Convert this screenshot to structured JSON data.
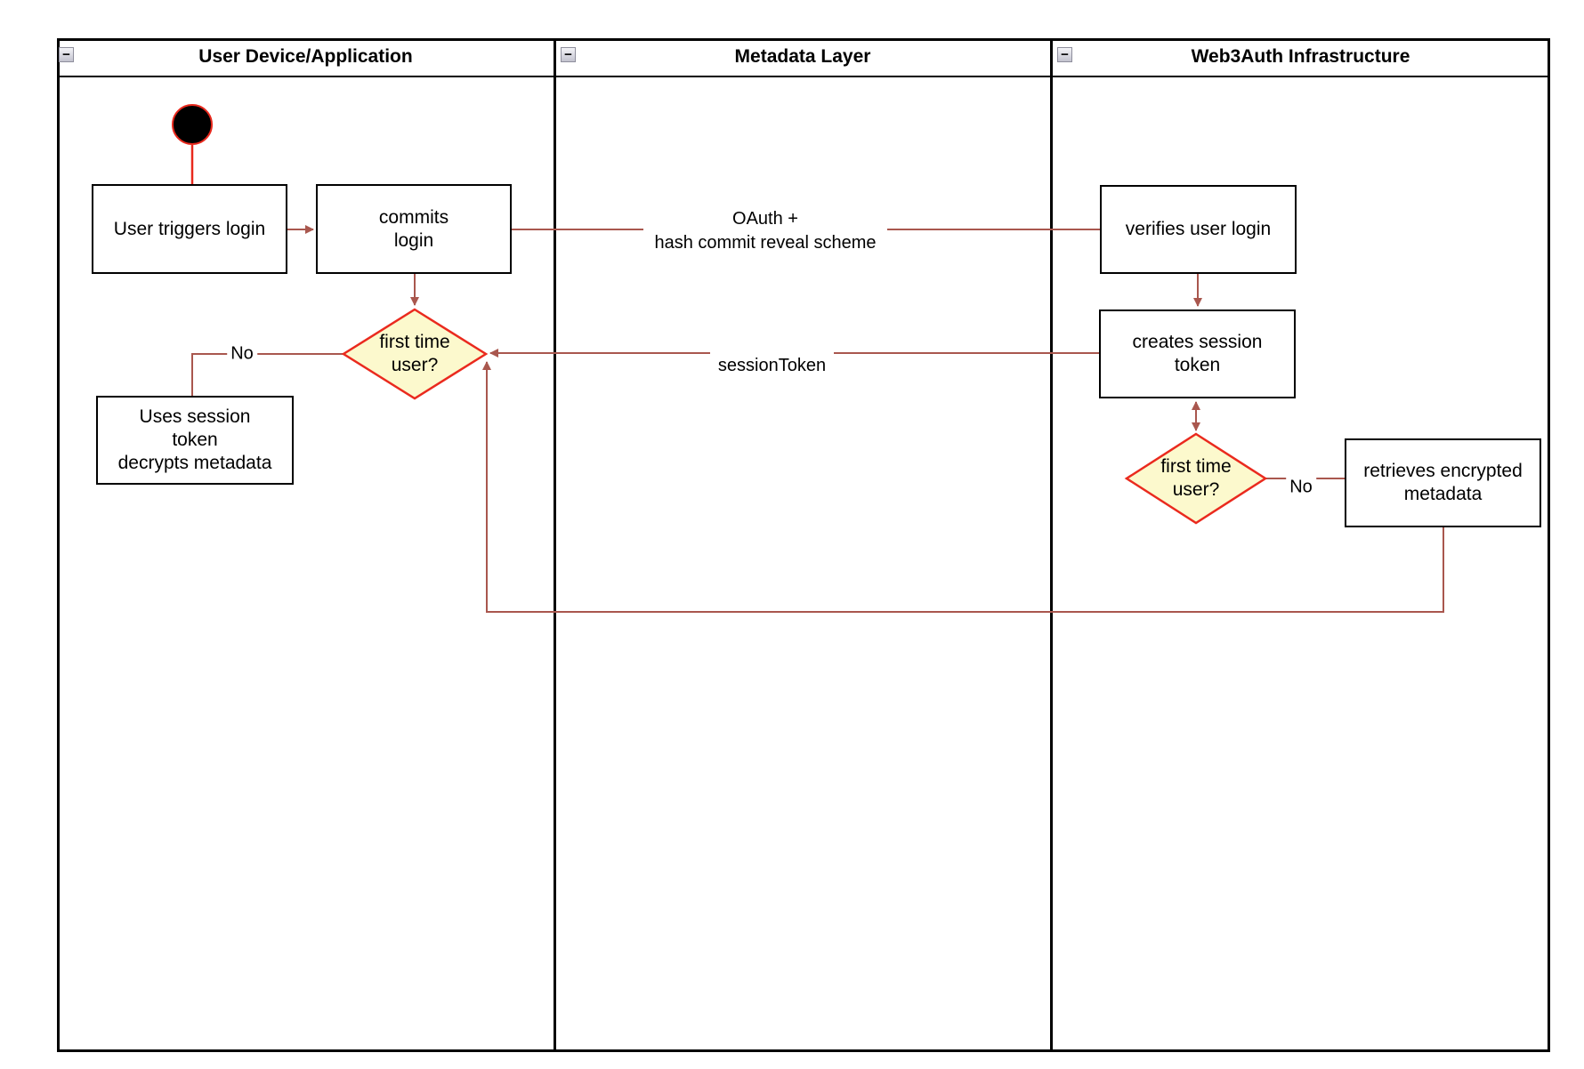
{
  "diagram": {
    "lanes": [
      {
        "title": "User Device/Application"
      },
      {
        "title": "Metadata Layer"
      },
      {
        "title": "Web3Auth Infrastructure"
      }
    ],
    "icons": {
      "collapse_glyph": "−"
    },
    "nodes": {
      "user_triggers": {
        "label": "User triggers login"
      },
      "commits": {
        "lines": [
          "commits",
          "login"
        ]
      },
      "verifies": {
        "label": "verifies user login"
      },
      "creates": {
        "lines": [
          "creates session",
          "token"
        ]
      },
      "uses_session": {
        "lines": [
          "Uses session",
          "token",
          "decrypts metadata"
        ]
      },
      "retrieves": {
        "lines": [
          "retrieves encrypted",
          "metadata"
        ]
      },
      "decision_user_device": {
        "lines": [
          "first time",
          "user?"
        ]
      },
      "decision_web3auth": {
        "lines": [
          "first time",
          "user?"
        ]
      }
    },
    "edge_labels": {
      "oauth": {
        "lines": [
          "OAuth +",
          "hash commit reveal scheme"
        ]
      },
      "session_token": "sessionToken",
      "no_user_device": "No",
      "no_web3auth": "No"
    },
    "colors": {
      "flow_line": "#A9574E",
      "accent_red": "#E8291D",
      "decision_fill": "#FCF9CD",
      "decision_border": "#EA2A1E",
      "shape_border": "#000000"
    }
  }
}
